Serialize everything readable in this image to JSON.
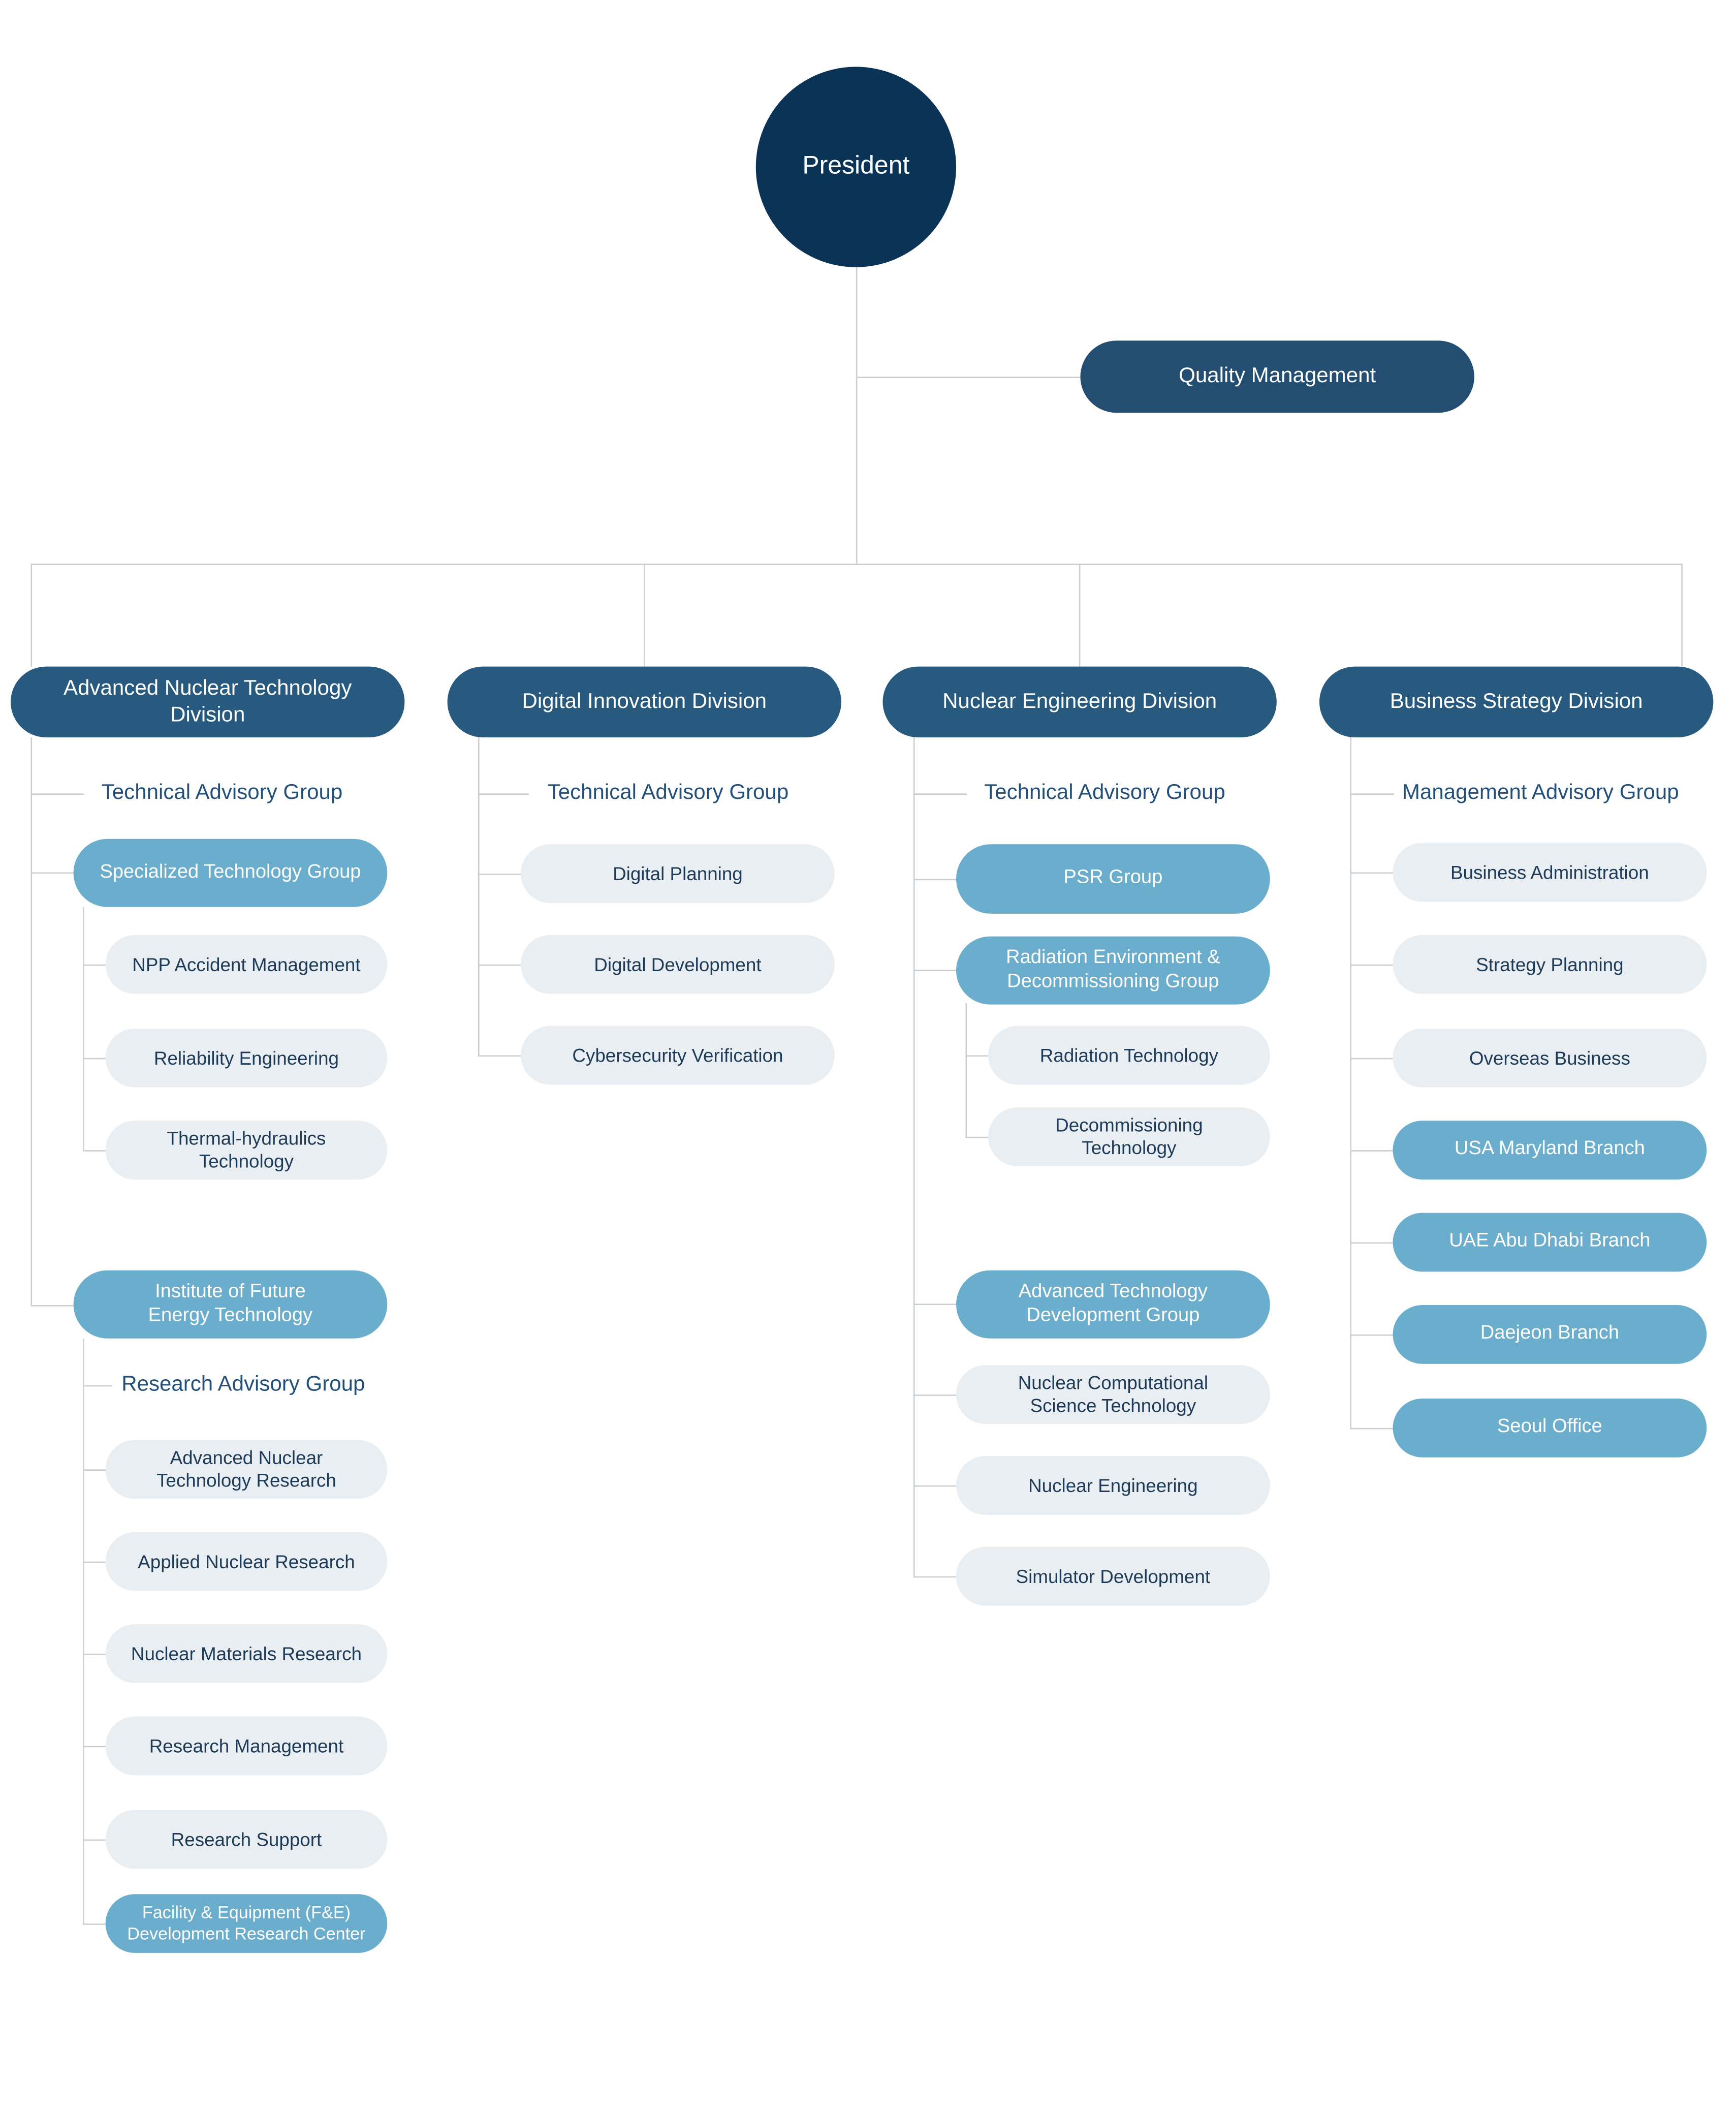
{
  "president": "President",
  "quality": "Quality Management",
  "divisions": {
    "advanced": {
      "title": "Advanced Nuclear Technology Division",
      "advisory": "Technical Advisory Group",
      "specialized": {
        "title": "Specialized Technology Group",
        "items": [
          "NPP Accident Management",
          "Reliability Engineering",
          "Thermal-hydraulics Technology"
        ]
      },
      "institute": {
        "title": "Institute of Future Energy Technology",
        "advisory": "Research Advisory Group",
        "items": [
          "Advanced Nuclear Technology Research",
          "Applied Nuclear Research",
          "Nuclear Materials Research",
          "Research Management",
          "Research Support"
        ],
        "center": "Facility & Equipment (F&E) Development Research Center"
      }
    },
    "digital": {
      "title": "Digital Innovation Division",
      "advisory": "Technical Advisory Group",
      "items": [
        "Digital Planning",
        "Digital Development",
        "Cybersecurity Verification"
      ]
    },
    "nuclear": {
      "title": "Nuclear Engineering Division",
      "advisory": "Technical Advisory Group",
      "psr": "PSR Group",
      "radiation": {
        "title": "Radiation Environment & Decommissioning Group",
        "items": [
          "Radiation Technology",
          "Decommissioning Technology"
        ]
      },
      "advanced_dev": {
        "title": "Advanced Technology Development Group",
        "items": [
          "Nuclear Computational Science Technology",
          "Nuclear Engineering",
          "Simulator Development"
        ]
      }
    },
    "business": {
      "title": "Business Strategy Division",
      "advisory": "Management Advisory Group",
      "items": [
        "Business Administration",
        "Strategy Planning",
        "Overseas Business"
      ],
      "branches": [
        "USA Maryland Branch",
        "UAE Abu Dhabi Branch",
        "Daejeon Branch",
        "Seoul Office"
      ]
    }
  },
  "colors": {
    "president": "#0b3356",
    "division": "#285a80",
    "group": "#6badcd",
    "unit": "#e9eef2",
    "advisory_text": "#23507a",
    "connector": "#c9ced3"
  }
}
